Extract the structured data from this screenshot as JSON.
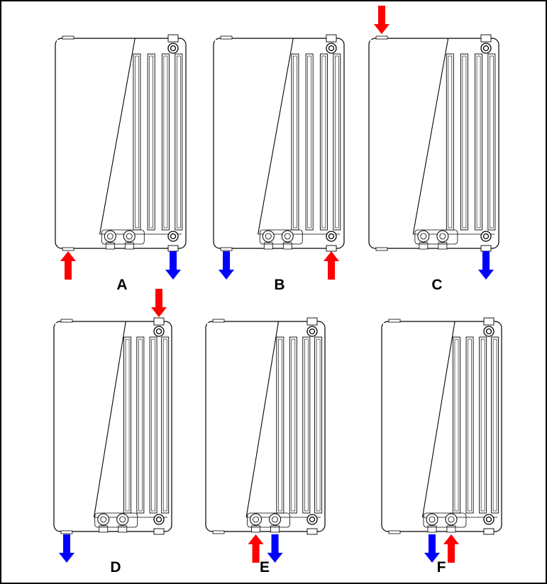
{
  "colors": {
    "supply": "#ff0000",
    "return": "#0000ff",
    "outline": "#000000",
    "background": "#ffffff"
  },
  "diagrams": [
    {
      "label": "A",
      "supply": "bottom-left",
      "return": "bottom-right"
    },
    {
      "label": "B",
      "supply": "bottom-right",
      "return": "bottom-left"
    },
    {
      "label": "C",
      "supply": "top-left",
      "return": "bottom-right"
    },
    {
      "label": "D",
      "supply": "top-right",
      "return": "bottom-left"
    },
    {
      "label": "E",
      "supply": "bottom-center-left",
      "return": "bottom-center-right"
    },
    {
      "label": "F",
      "supply": "bottom-center-right",
      "return": "bottom-center-left"
    }
  ]
}
